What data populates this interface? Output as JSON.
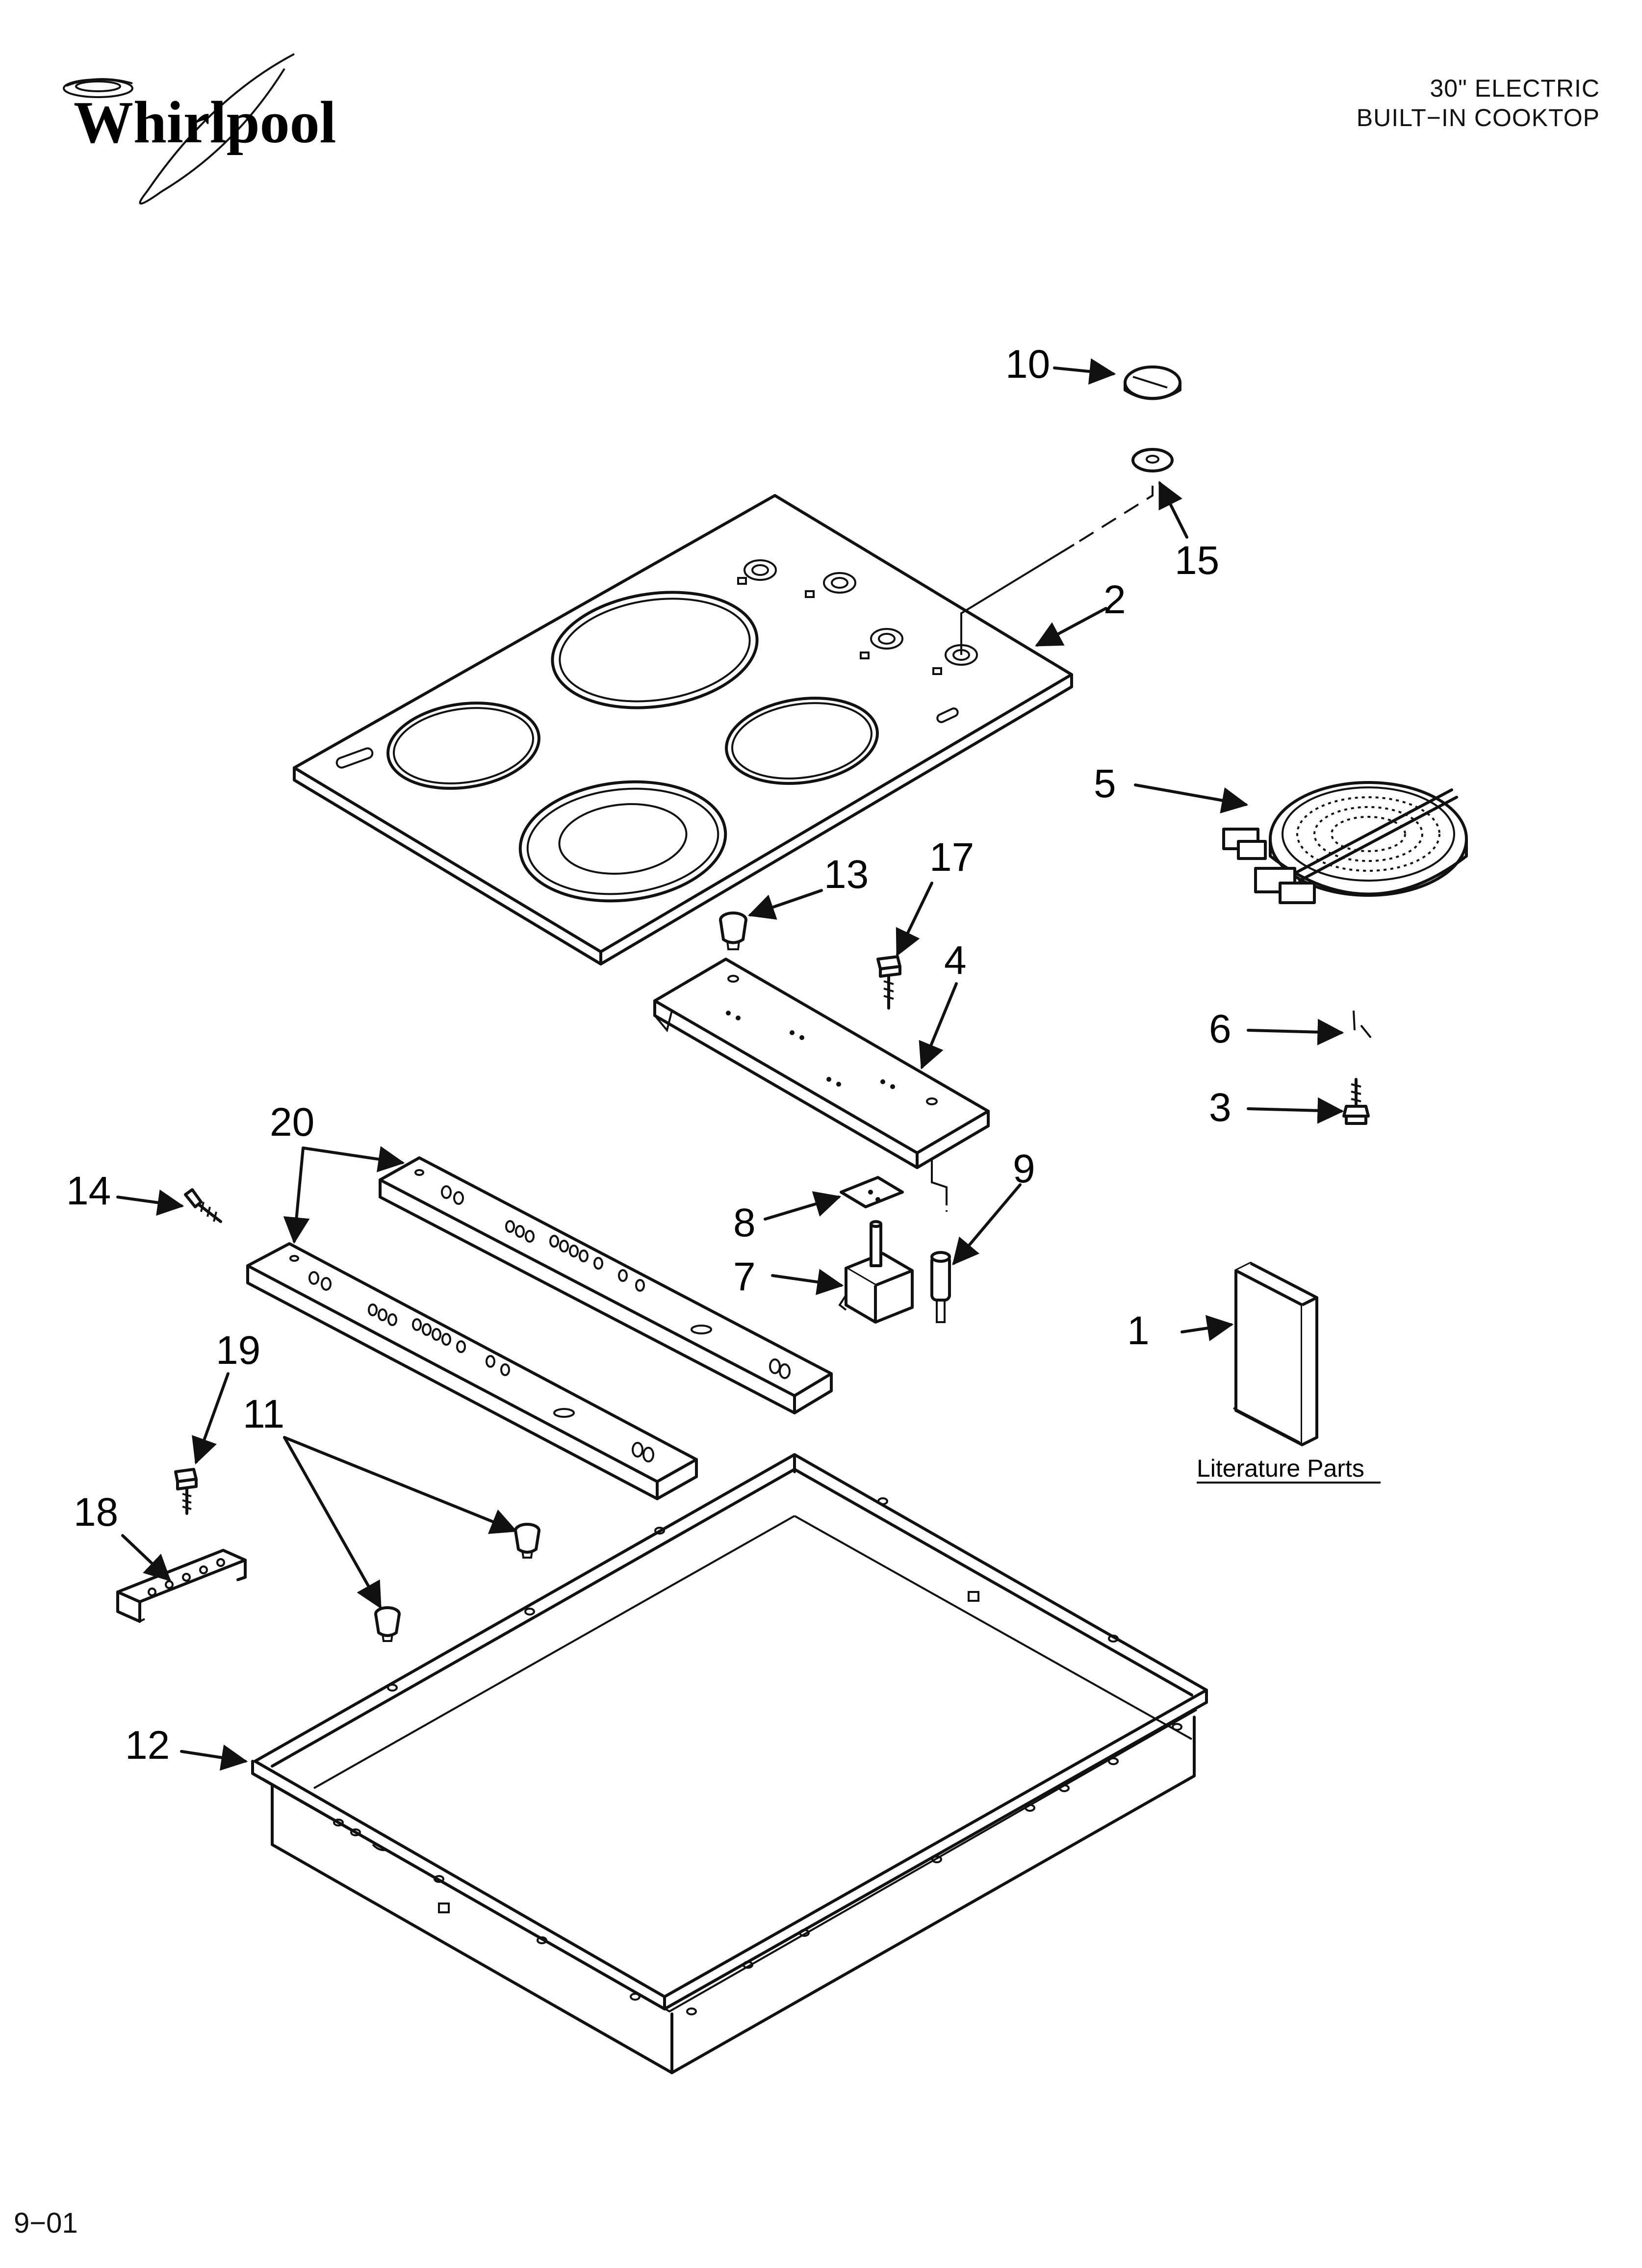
{
  "header": {
    "brand": "Whirlpool",
    "product_line1": "30\" ELECTRIC",
    "product_line2": "BUILT−IN COOKTOP"
  },
  "footer": {
    "date_code": "9−01"
  },
  "callouts": [
    {
      "id": "c1",
      "label": "1"
    },
    {
      "id": "c2",
      "label": "2"
    },
    {
      "id": "c3",
      "label": "3"
    },
    {
      "id": "c4",
      "label": "4"
    },
    {
      "id": "c5",
      "label": "5"
    },
    {
      "id": "c6",
      "label": "6"
    },
    {
      "id": "c7",
      "label": "7"
    },
    {
      "id": "c8",
      "label": "8"
    },
    {
      "id": "c9",
      "label": "9"
    },
    {
      "id": "c10",
      "label": "10"
    },
    {
      "id": "c11",
      "label": "11"
    },
    {
      "id": "c12",
      "label": "12"
    },
    {
      "id": "c13",
      "label": "13"
    },
    {
      "id": "c14",
      "label": "14"
    },
    {
      "id": "c15",
      "label": "15"
    },
    {
      "id": "c17",
      "label": "17"
    },
    {
      "id": "c18",
      "label": "18"
    },
    {
      "id": "c19",
      "label": "19"
    },
    {
      "id": "c20",
      "label": "20"
    }
  ],
  "literature_label": "Literature Parts"
}
